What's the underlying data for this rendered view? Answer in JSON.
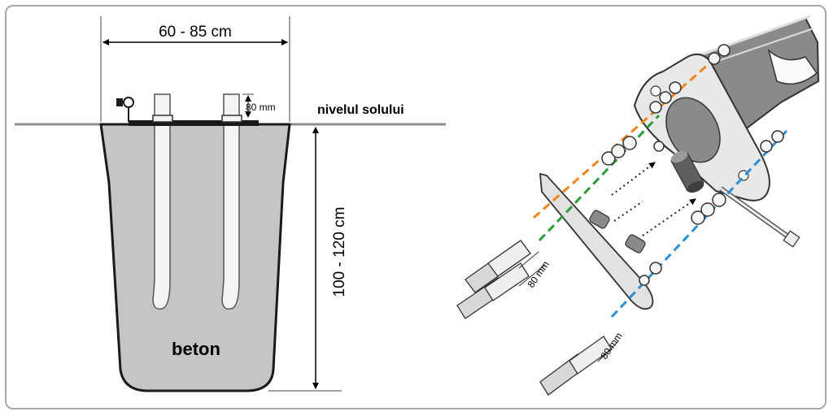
{
  "section_diagram": {
    "width_label": "60 - 85 cm",
    "bolt_height_label": "80 mm",
    "ground_label": "nivelul solului",
    "depth_label": "100 - 120 cm",
    "fill_label": "beton"
  },
  "exploded_diagram": {
    "spacing_label_1": "80 mm",
    "spacing_label_2": "80 mm"
  },
  "colors": {
    "concrete": "#c4c5c7",
    "ground_line": "#8e8e8e",
    "orange_guide": "#f0841e",
    "green_guide": "#2c9b3a",
    "blue_guide": "#2b8fd6",
    "metal": "#bdbdbd"
  }
}
